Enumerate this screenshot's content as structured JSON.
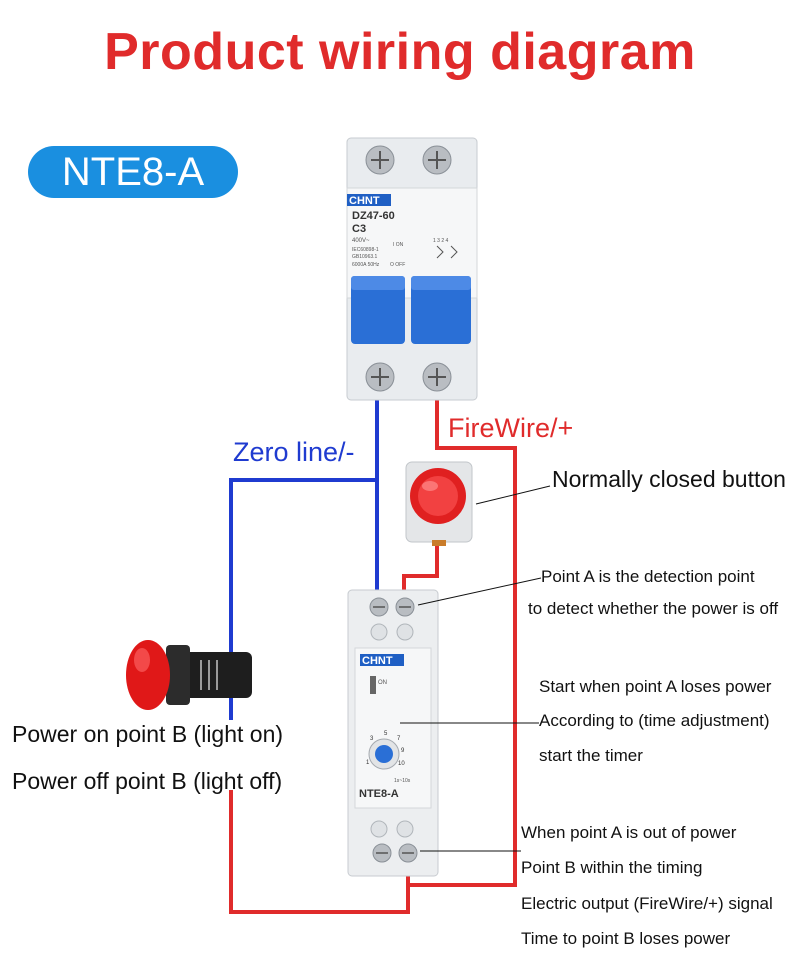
{
  "title": "Product wiring diagram",
  "model_badge": "NTE8-A",
  "breaker": {
    "brand": "CHNT",
    "model": "DZ47-60",
    "rating": "C3",
    "voltage": "400V~",
    "standards": [
      "IEC60898-1",
      "GB10963.1"
    ],
    "spec": "6000A 50Hz",
    "switch_on": "I ON",
    "switch_off": "O OFF",
    "terminals": "1 3   2 4"
  },
  "timer": {
    "brand": "CHNT",
    "model": "NTE8-A",
    "switch_label": "ON",
    "dial_numbers": [
      "1",
      "3",
      "5",
      "7",
      "9",
      "10"
    ],
    "range_label": "1s~10s"
  },
  "labels": {
    "zero_line": "Zero line/-",
    "fire_wire": "FireWire/+",
    "nc_button": "Normally closed button",
    "point_a_1": "Point A is the detection point",
    "point_a_2": "to detect whether the power is off",
    "start_1": "Start when point A loses power",
    "start_2": "According to (time adjustment)",
    "start_3": "start the timer",
    "point_b_on": "Power on point B (light on)",
    "point_b_off": "Power off point B (light off)",
    "out_1": "When point A is out of power",
    "out_2": "Point B within the timing",
    "out_3": "Electric output (FireWire/+) signal",
    "out_4": "Time to point B loses power"
  },
  "colors": {
    "title_red": "#e02b2b",
    "badge_blue": "#1a8fe0",
    "neutral_wire": "#1f3bd0",
    "live_wire": "#e02b2b",
    "breaker_handle": "#2a6fd6"
  }
}
